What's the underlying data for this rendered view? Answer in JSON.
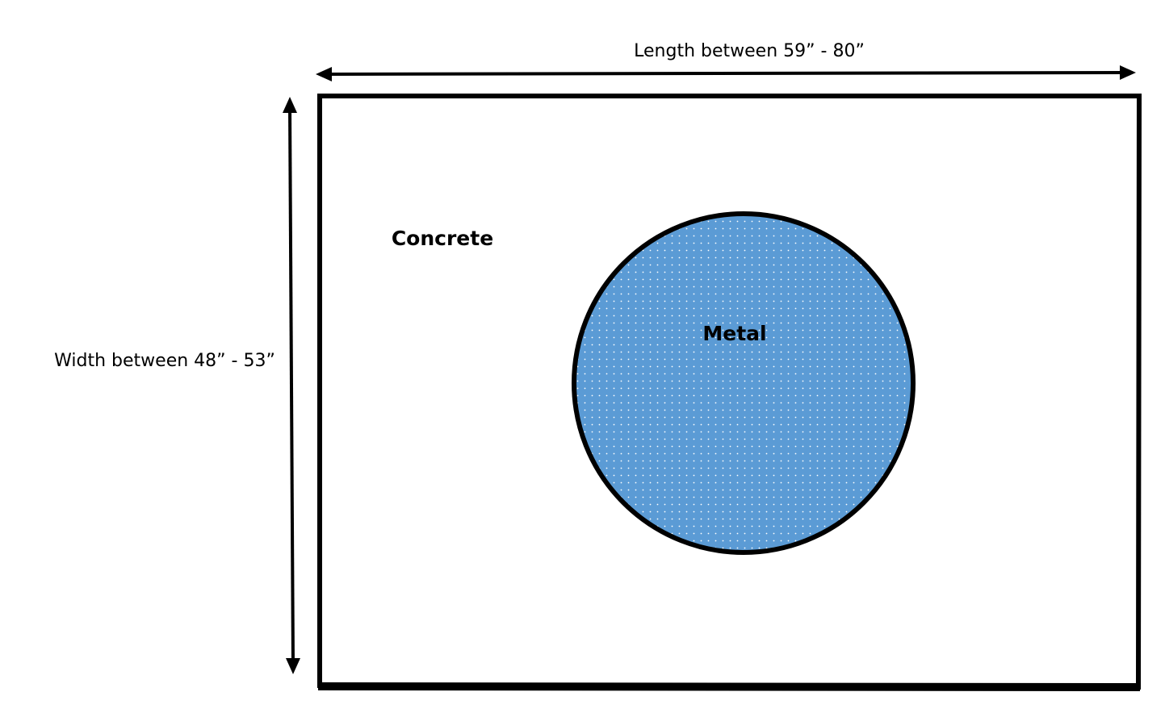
{
  "dimensions": {
    "length_label": "Length between 59” - 80”",
    "width_label": "Width between 48” - 53”"
  },
  "materials": {
    "outer_label": "Concrete",
    "inner_label": "Metal"
  },
  "colors": {
    "outline": "#000000",
    "metal_fill": "#5b9bd5",
    "metal_dots": "#ffffff",
    "background": "#ffffff"
  }
}
